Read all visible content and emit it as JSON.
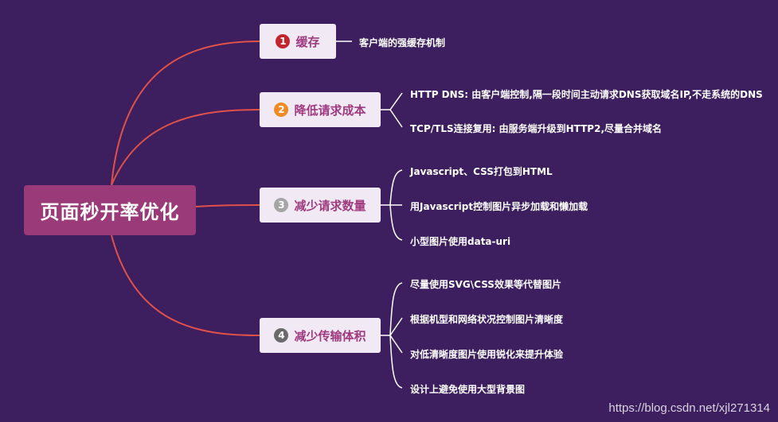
{
  "root": {
    "label": "页面秒开率优化"
  },
  "branches": [
    {
      "number": "1",
      "label": "缓存",
      "badge_color": "#c3252e",
      "children": [
        "客户端的强缓存机制"
      ]
    },
    {
      "number": "2",
      "label": "降低请求成本",
      "badge_color": "#f08a24",
      "children": [
        "HTTP DNS: 由客户端控制,隔一段时间主动请求DNS获取域名IP,不走系统的DNS",
        "TCP/TLS连接复用: 由服务端升级到HTTP2,尽量合并域名"
      ]
    },
    {
      "number": "3",
      "label": "减少请求数量",
      "badge_color": "#a5a5a5",
      "children": [
        "Javascript、CSS打包到HTML",
        "用Javascript控制图片异步加载和懒加载",
        "小型图片使用data-uri"
      ]
    },
    {
      "number": "4",
      "label": "减少传输体积",
      "badge_color": "#6a6a6a",
      "children": [
        "尽量使用SVG\\CSS效果等代替图片",
        "根据机型和网络状况控制图片清晰度",
        "对低清晰度图片使用锐化来提升体验",
        "设计上避免使用大型背景图"
      ]
    }
  ],
  "watermark": "https://blog.csdn.net/xjl271314",
  "colors": {
    "background": "#3d1f5f",
    "root": "#9b3a78",
    "connector": "#e0514a"
  }
}
